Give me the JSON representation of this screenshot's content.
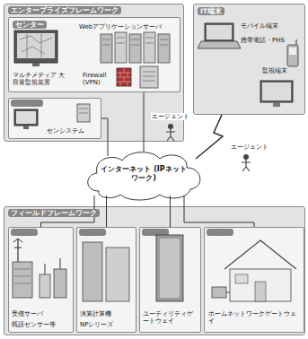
{
  "diagram": {
    "nodes": [
      {
        "text": [
          "エンタープライズフレームワーク"
        ]
      },
      {
        "text": [
          "センター",
          "Webアプリケーションサーバ",
          "マルチメディア 大容量監視装置",
          "Firewall (VPN)"
        ],
        "in": 0
      },
      {
        "text": [
          "センシステム"
        ],
        "in": 0
      },
      {
        "text": [
          "IT端末",
          "モバイル端末",
          "携帯電話・PHS",
          "監視端末"
        ]
      },
      {
        "text": [
          "インターネット (IPネットワーク)"
        ]
      },
      {
        "text": [
          "フィールドフレームワーク"
        ]
      },
      {
        "text": [
          "受信サーバ",
          "既設センサー等"
        ],
        "in": 5
      },
      {
        "text": [
          "演算計算機",
          "NPシリーズ"
        ],
        "in": 5
      },
      {
        "text": [
          "ユーティリティゲートウェイ"
        ],
        "in": 5
      },
      {
        "text": [
          "ホームネットワークゲートウェイ"
        ],
        "in": 5
      }
    ],
    "edges": [
      {
        "from": 4,
        "to": 1,
        "arrow": "none"
      },
      {
        "from": 4,
        "to": 2,
        "arrow": "none"
      },
      {
        "from": 4,
        "to": 3,
        "arrow": "none"
      },
      {
        "from": 4,
        "to": 6,
        "arrow": "none"
      },
      {
        "from": 4,
        "to": 7,
        "arrow": "none"
      },
      {
        "from": 4,
        "to": 8,
        "arrow": "none"
      },
      {
        "from": 4,
        "to": 9,
        "arrow": "none"
      }
    ],
    "labels": [
      "エージェント",
      "エージェント"
    ]
  }
}
